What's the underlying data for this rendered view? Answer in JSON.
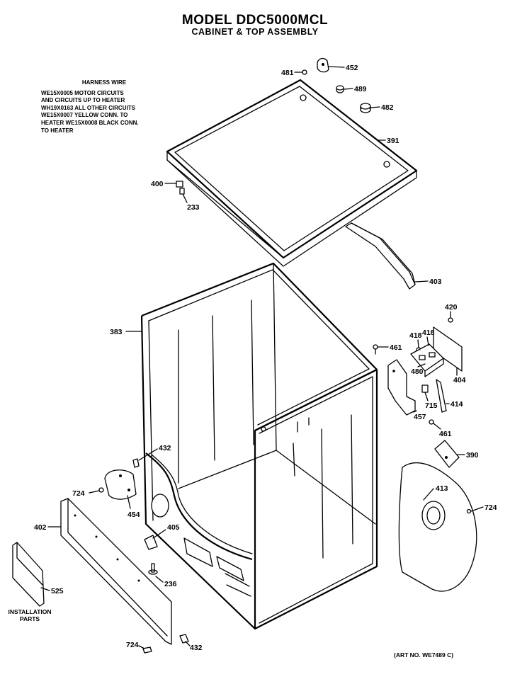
{
  "title": "MODEL DDC5000MCL",
  "subtitle": "CABINET & TOP ASSEMBLY",
  "harness_note": {
    "heading": "HARNESS WIRE",
    "lines": [
      "WE15X0005 MOTOR CIRCUITS",
      "AND CIRCUITS UP TO HEATER",
      "WH19X0163 ALL OTHER CIRCUITS",
      "WE15X0007 YELLOW CONN. TO",
      "HEATER WE15X0008 BLACK CONN.",
      "TO HEATER"
    ]
  },
  "installation_label": "INSTALLATION PARTS",
  "art_number": "(ART NO. WE7489 C)",
  "part_labels": {
    "p481a": "481",
    "p452": "452",
    "p489": "489",
    "p482": "482",
    "p391": "391",
    "p400": "400",
    "p233": "233",
    "p403": "403",
    "p420": "420",
    "p383": "383",
    "p418a": "418",
    "p418b": "418",
    "p461a": "461",
    "p480": "480",
    "p404": "404",
    "p715": "715",
    "p414": "414",
    "p457": "457",
    "p461b": "461",
    "p432a": "432",
    "p390": "390",
    "p724a": "724",
    "p454": "454",
    "p413": "413",
    "p724b": "724",
    "p402": "402",
    "p405": "405",
    "p525": "525",
    "p236": "236",
    "p724c": "724",
    "p432b": "432"
  }
}
